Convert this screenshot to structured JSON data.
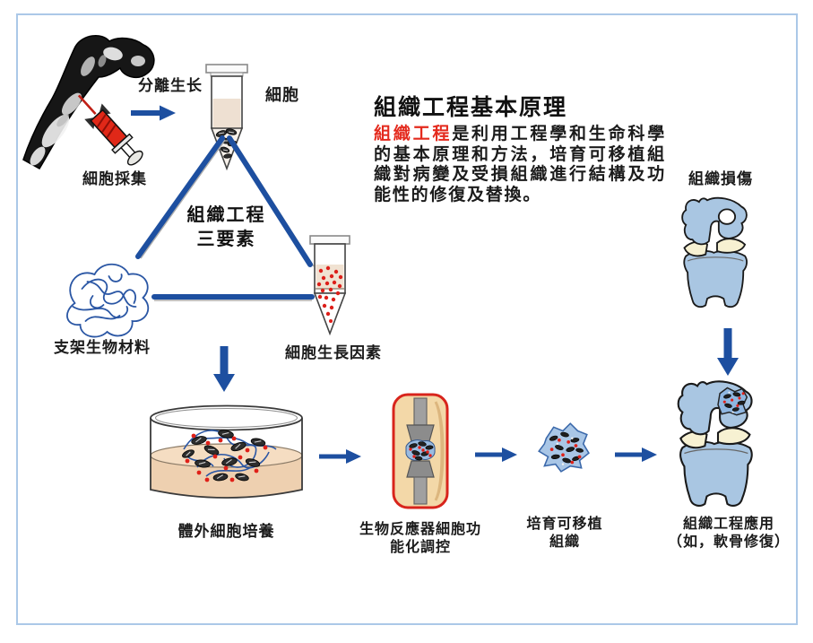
{
  "figure": {
    "background": "#ffffff",
    "frame_border_color": "#abc8e8"
  },
  "colors": {
    "arrow_blue": "#1d4fa0",
    "accent_red": "#e42a1d",
    "bioreactor_tan": "#f3d8a8",
    "bone_blue": "#a9c6e2",
    "cartilage_cream": "#f7f1d2",
    "petri_liquid": "#f0d2b4",
    "scaffold_blue": "#2a56a4"
  },
  "header": {
    "title": "組織工程基本原理",
    "intro_highlight": "組織工程",
    "intro_rest": "是利用工程學和生命科學的基本原理和方法，培育可移植組織對病變及受損組織進行結構及功能性的修復及替換。"
  },
  "nodes": {
    "cell_harvest": {
      "label": "細胞採集"
    },
    "isolation": {
      "label": "分離生长"
    },
    "cells": {
      "label": "細胞"
    },
    "triangle": {
      "line1": "組織工程",
      "line2": "三要素"
    },
    "scaffold": {
      "label": "支架生物材料"
    },
    "growth_factors": {
      "label": "細胞生長因素"
    },
    "culture": {
      "label": "體外細胞培養"
    },
    "bioreactor": {
      "line1": "生物反應器細胞功",
      "line2": "能化調控"
    },
    "engineered_tissue": {
      "line1": "培育可移植",
      "line2": "組織"
    },
    "tissue_damage": {
      "label": "組織損傷"
    },
    "application": {
      "line1": "組織工程應用",
      "line2": "（如，軟骨修復）"
    }
  }
}
